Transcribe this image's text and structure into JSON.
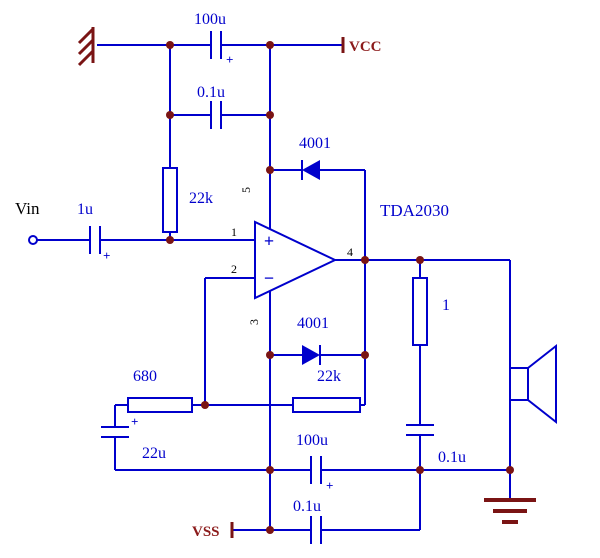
{
  "diagram": {
    "type": "analog-audio-amplifier-schematic",
    "ic_label": "TDA2030",
    "input_label": "Vin",
    "vcc_label": "VCC",
    "vss_label": "VSS",
    "opamp_plus": "+",
    "opamp_minus": "−",
    "cap_polarity_mark": "+",
    "pin_numbers": {
      "p1": "1",
      "p2": "2",
      "p3": "3",
      "p4": "4",
      "p5": "5"
    },
    "components": {
      "c_vcc_bulk": "100u",
      "c_vcc_bypass": "0.1u",
      "r_input_bias": "22k",
      "d_vcc_clamp": "4001",
      "c_input": "1u",
      "d_vss_clamp": "4001",
      "r_feedback": "22k",
      "r_gain": "680",
      "c_gain": "22u",
      "c_vss_bulk": "100u",
      "c_vss_bypass": "0.1u",
      "r_zobel": "1",
      "c_zobel": "0.1u"
    },
    "colors": {
      "wire": "#0000cc",
      "component_label": "#0000cc",
      "junction_dot": "#7a1414",
      "power_label": "#8b1a1a",
      "pin_number": "#000000",
      "input_label": "#000000",
      "background": "#ffffff"
    }
  }
}
